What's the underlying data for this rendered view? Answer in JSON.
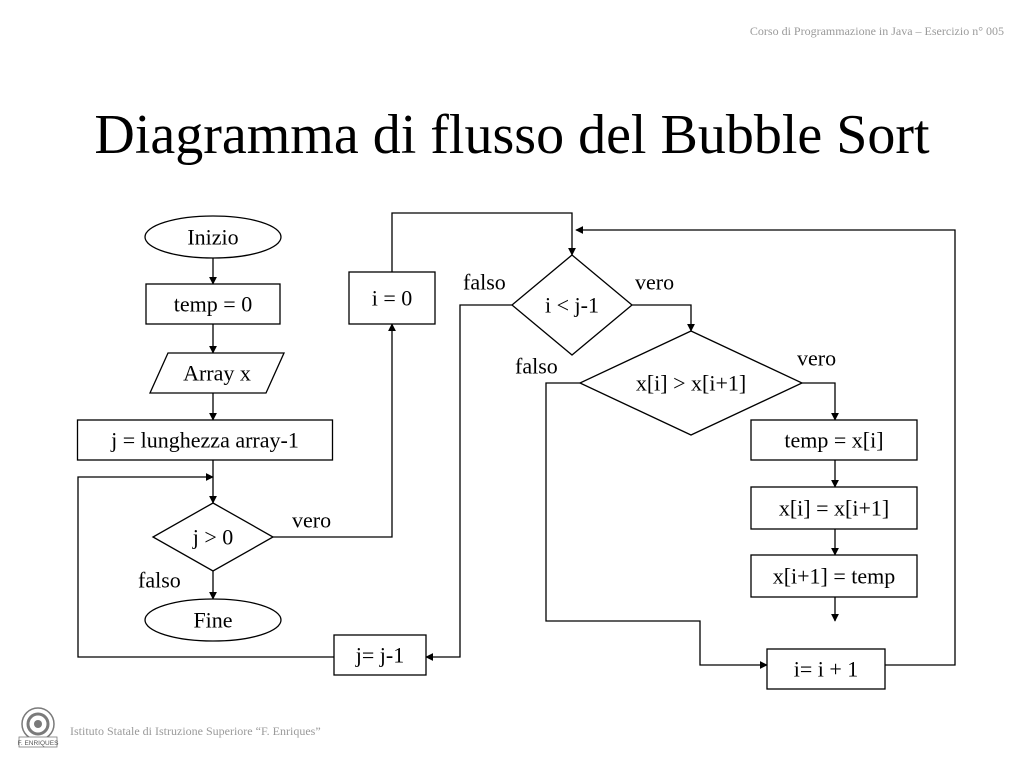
{
  "slide": {
    "header": "Corso di Programmazione in Java – Esercizio n° 005",
    "title": "Diagramma di flusso del Bubble Sort",
    "footer": "Istituto Statale di Istruzione Superiore  “F. Enriques”",
    "slide_number": "",
    "logo_caption": "F. ENRIQUES"
  },
  "flowchart": {
    "nodes": [
      {
        "id": "start",
        "type": "terminal",
        "text": "Inizio"
      },
      {
        "id": "init-temp",
        "type": "process",
        "text": "temp = 0"
      },
      {
        "id": "input-array",
        "type": "input",
        "text": "Array x"
      },
      {
        "id": "init-j",
        "type": "process",
        "text": "j = lunghezza array-1"
      },
      {
        "id": "check-j",
        "type": "decision",
        "text": "j > 0"
      },
      {
        "id": "end",
        "type": "terminal",
        "text": "Fine"
      },
      {
        "id": "init-i",
        "type": "process",
        "text": "i = 0"
      },
      {
        "id": "check-i",
        "type": "decision",
        "text": "i < j-1"
      },
      {
        "id": "compare",
        "type": "decision",
        "text": "x[i] > x[i+1]"
      },
      {
        "id": "swap-1",
        "type": "process",
        "text": "temp = x[i]"
      },
      {
        "id": "swap-2",
        "type": "process",
        "text": "x[i] = x[i+1]"
      },
      {
        "id": "swap-3",
        "type": "process",
        "text": "x[i+1] = temp"
      },
      {
        "id": "inc-i",
        "type": "process",
        "text": "i= i + 1"
      },
      {
        "id": "dec-j",
        "type": "process",
        "text": "j= j-1"
      }
    ],
    "edges": [
      {
        "from": "start",
        "to": "init-temp",
        "label": ""
      },
      {
        "from": "init-temp",
        "to": "input-array",
        "label": ""
      },
      {
        "from": "input-array",
        "to": "init-j",
        "label": ""
      },
      {
        "from": "init-j",
        "to": "check-j",
        "label": ""
      },
      {
        "from": "check-j",
        "to": "end",
        "label": "falso"
      },
      {
        "from": "check-j",
        "to": "init-i",
        "label": "vero"
      },
      {
        "from": "init-i",
        "to": "check-i",
        "label": ""
      },
      {
        "from": "check-i",
        "to": "dec-j",
        "label": "falso"
      },
      {
        "from": "check-i",
        "to": "compare",
        "label": "vero"
      },
      {
        "from": "compare",
        "to": "inc-i",
        "label": "falso"
      },
      {
        "from": "compare",
        "to": "swap-1",
        "label": "vero"
      },
      {
        "from": "swap-1",
        "to": "swap-2",
        "label": ""
      },
      {
        "from": "swap-2",
        "to": "swap-3",
        "label": ""
      },
      {
        "from": "swap-3",
        "to": "inc-i",
        "label": ""
      },
      {
        "from": "inc-i",
        "to": "check-i",
        "label": ""
      },
      {
        "from": "dec-j",
        "to": "check-j",
        "label": ""
      }
    ]
  }
}
